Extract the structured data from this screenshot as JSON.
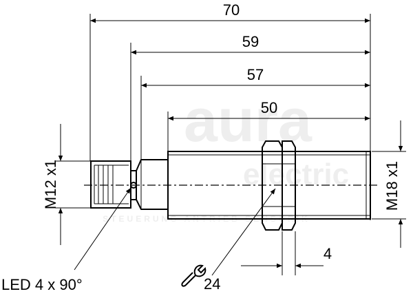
{
  "dimensions": {
    "overall_length": "70",
    "housing_length": "59",
    "threaded_body_length": "57",
    "thread_length": "50",
    "nut_width": "4",
    "wrench_size": "24"
  },
  "threads": {
    "connector": "M12 x1",
    "body": "M18 x1"
  },
  "led_label": "LED 4 x 90°",
  "watermark": {
    "brand": "aura",
    "brand_sub": "electric",
    "tagline": "STEUERUNG  ANTRIEB  SENSORIK"
  }
}
